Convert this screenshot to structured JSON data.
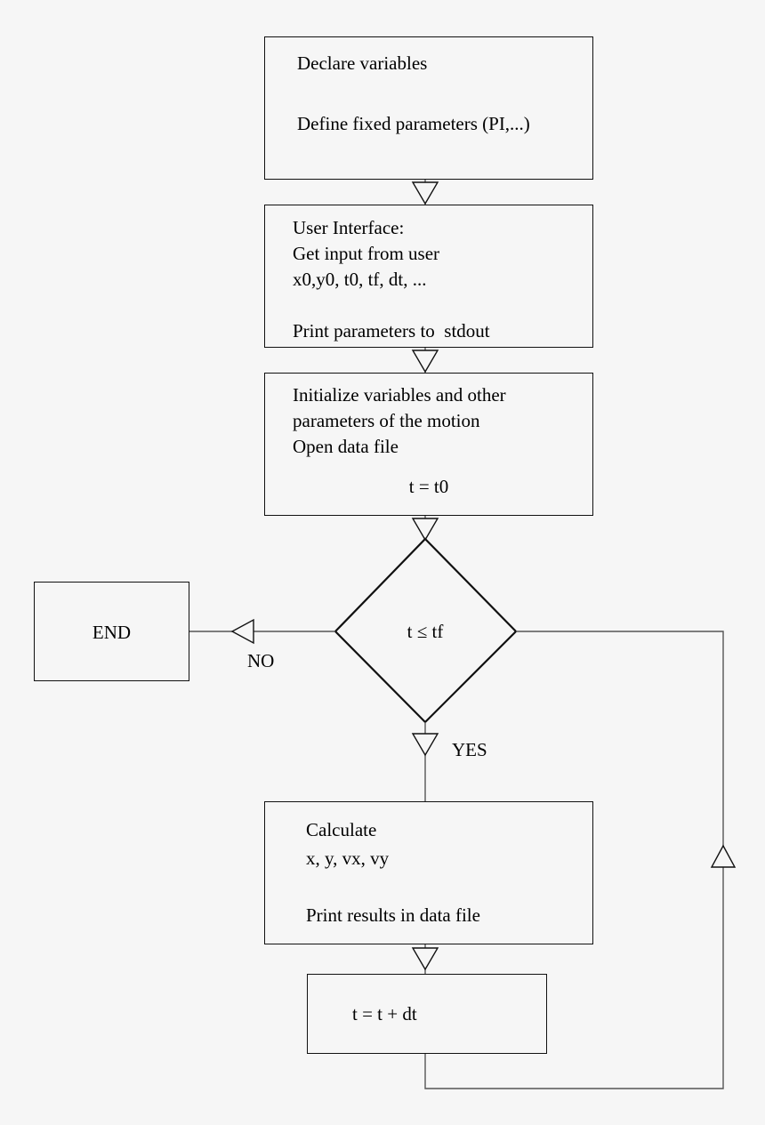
{
  "diagram": {
    "title": "Projectile motion program flowchart",
    "background_color": "#f6f6f6",
    "stroke_color": "#111111",
    "connector_color": "#555555"
  },
  "nodes": {
    "declare": {
      "shape": "process",
      "lines": [
        "Declare variables",
        "",
        "Define fixed parameters (PI,...)"
      ]
    },
    "user_interface": {
      "shape": "process",
      "lines": [
        "User Interface:",
        "Get input from user",
        "x0,y0, t0, tf, dt, ...",
        "",
        "Print parameters to  stdout"
      ]
    },
    "initialize": {
      "shape": "process",
      "lines": [
        "Initialize variables and other",
        "parameters of the motion",
        "Open data file"
      ],
      "centered_line": "t = t0"
    },
    "decision": {
      "shape": "decision",
      "label": "t ≤ tf"
    },
    "end": {
      "shape": "process",
      "label": "END"
    },
    "calculate": {
      "shape": "process",
      "lines": [
        "Calculate",
        "x, y, vx, vy",
        "",
        "Print results in data file"
      ]
    },
    "increment": {
      "shape": "process",
      "label": "t = t + dt"
    }
  },
  "edge_labels": {
    "no": "NO",
    "yes": "YES"
  },
  "icons": {
    "arrow_down": "triangle-down-icon",
    "arrow_left": "triangle-left-icon",
    "arrow_up": "triangle-up-icon"
  }
}
